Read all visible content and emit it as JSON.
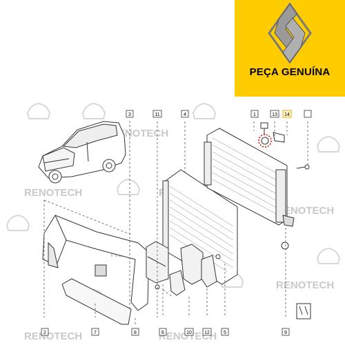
{
  "brand": {
    "badge_text": "PEÇA GENUÍNA",
    "badge_bg": "#ffcc00",
    "diamond_color": "#8a8a8a"
  },
  "watermark": {
    "text": "RENOTECH",
    "color": "#c9c9c9"
  },
  "diagram": {
    "line_color": "#333333",
    "highlight_color": "#e8a800",
    "callouts": [
      "1",
      "2",
      "3",
      "4",
      "5",
      "6",
      "7",
      "8",
      "9",
      "10",
      "11",
      "12",
      "13",
      "14"
    ],
    "highlighted_callout": "14"
  }
}
